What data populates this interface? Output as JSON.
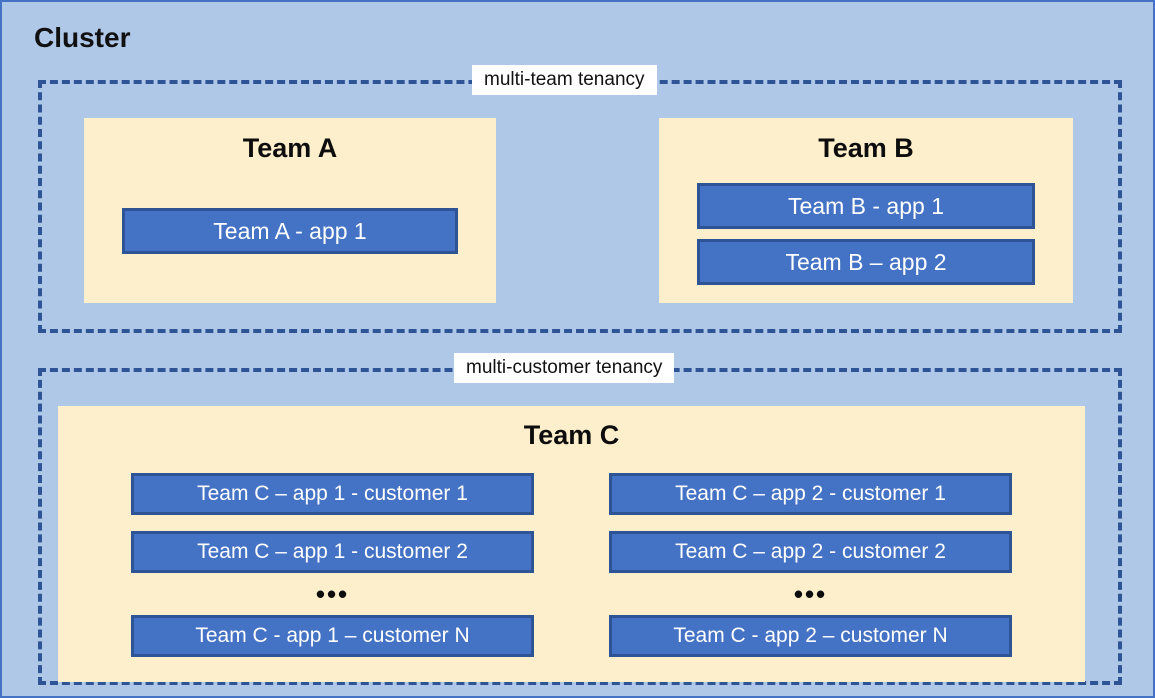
{
  "diagram": {
    "title": "Cluster",
    "colors": {
      "background": "#AFC8E8",
      "outer_border": "#4472C4",
      "zone_border": "#2F5496",
      "team_box_fill": "#FDEFCB",
      "app_box_fill": "#4472C4",
      "app_box_border": "#2F5496",
      "app_text": "#FFFFFF",
      "label_background": "#FFFFFF",
      "text": "#0D0D0D"
    }
  },
  "zones": [
    {
      "id": "multi-team",
      "label": "multi-team tenancy",
      "teams": [
        {
          "id": "team-a",
          "title": "Team A",
          "apps": [
            {
              "label": "Team A - app 1"
            }
          ]
        },
        {
          "id": "team-b",
          "title": "Team B",
          "apps": [
            {
              "label": "Team B - app 1"
            },
            {
              "label": "Team B – app 2"
            }
          ]
        }
      ]
    },
    {
      "id": "multi-customer",
      "label": "multi-customer tenancy",
      "teams": [
        {
          "id": "team-c",
          "title": "Team C",
          "columns": [
            {
              "id": "app-1",
              "apps": [
                {
                  "label": "Team C – app 1 - customer 1"
                },
                {
                  "label": "Team C – app 1 - customer 2"
                },
                {
                  "label": "Team C - app 1 – customer N"
                }
              ],
              "ellipsis": "•••"
            },
            {
              "id": "app-2",
              "apps": [
                {
                  "label": "Team C – app 2 - customer 1"
                },
                {
                  "label": "Team C – app 2 - customer 2"
                },
                {
                  "label": "Team C - app 2 – customer N"
                }
              ],
              "ellipsis": "•••"
            }
          ]
        }
      ]
    }
  ]
}
